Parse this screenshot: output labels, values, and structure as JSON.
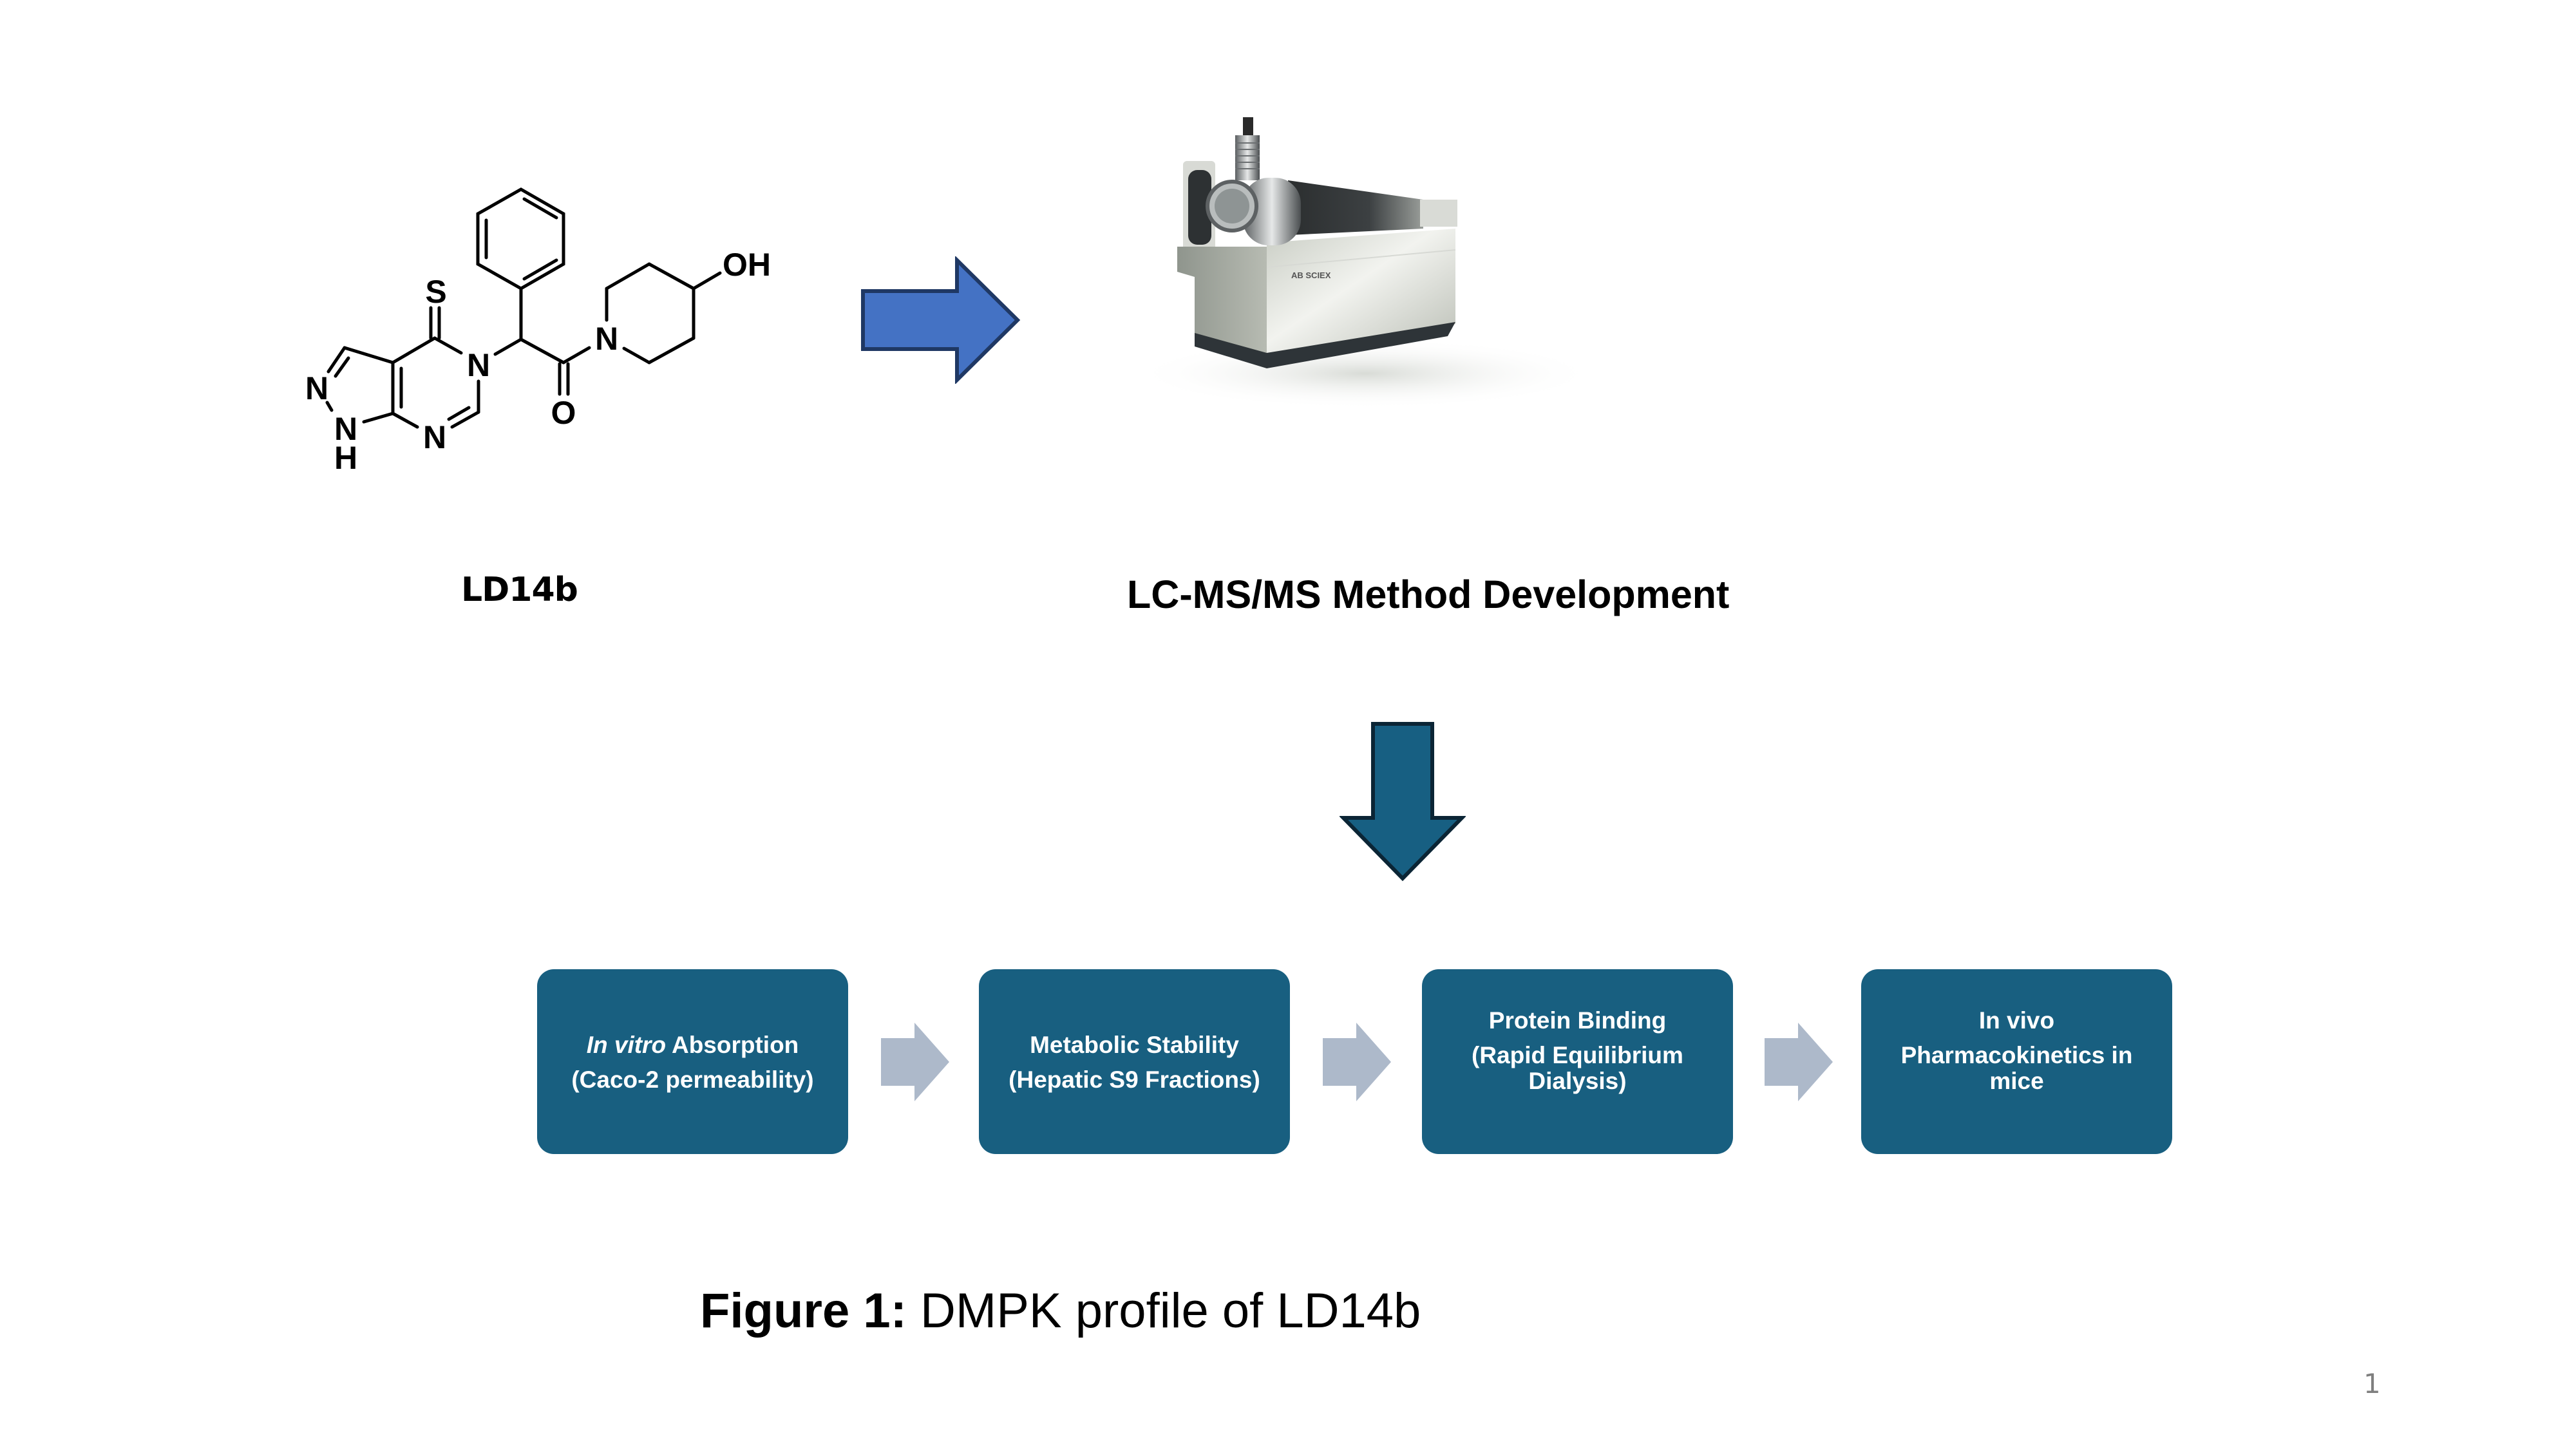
{
  "compound": {
    "name": "LD14b",
    "atoms": {
      "S": "S",
      "N_ring": "N",
      "N_pyrazole": "N",
      "NH_N": "N",
      "NH_H": "H",
      "N_pyrimidine": "N",
      "O_carbonyl": "O",
      "N_piperidine": "N",
      "OH": "OH"
    }
  },
  "instrument": {
    "brand_label": "AB SCIEX",
    "title": "LC-MS/MS Method Development"
  },
  "workflow": {
    "steps": [
      {
        "line1_italic": "In vitro",
        "line1_rest": " Absorption",
        "line2": "(Caco-2 permeability)"
      },
      {
        "line1_italic": "",
        "line1_rest": "Metabolic Stability",
        "line2": "(Hepatic S9 Fractions)"
      },
      {
        "line1_italic": "",
        "line1_rest": "Protein Binding",
        "line2": "(Rapid Equilibrium Dialysis)"
      },
      {
        "line1_italic": "",
        "line1_rest": "In vivo",
        "line2": "Pharmacokinetics in mice"
      }
    ]
  },
  "caption": {
    "label": "Figure 1:",
    "text": " DMPK profile of LD14b"
  },
  "page_number": "1",
  "colors": {
    "box_fill": "#185f80",
    "flow_arrow": "#adb9ca",
    "right_arrow_fill": "#4472c4",
    "right_arrow_stroke": "#1f3864",
    "down_arrow_fill": "#175f82",
    "down_arrow_stroke": "#0b2535"
  }
}
